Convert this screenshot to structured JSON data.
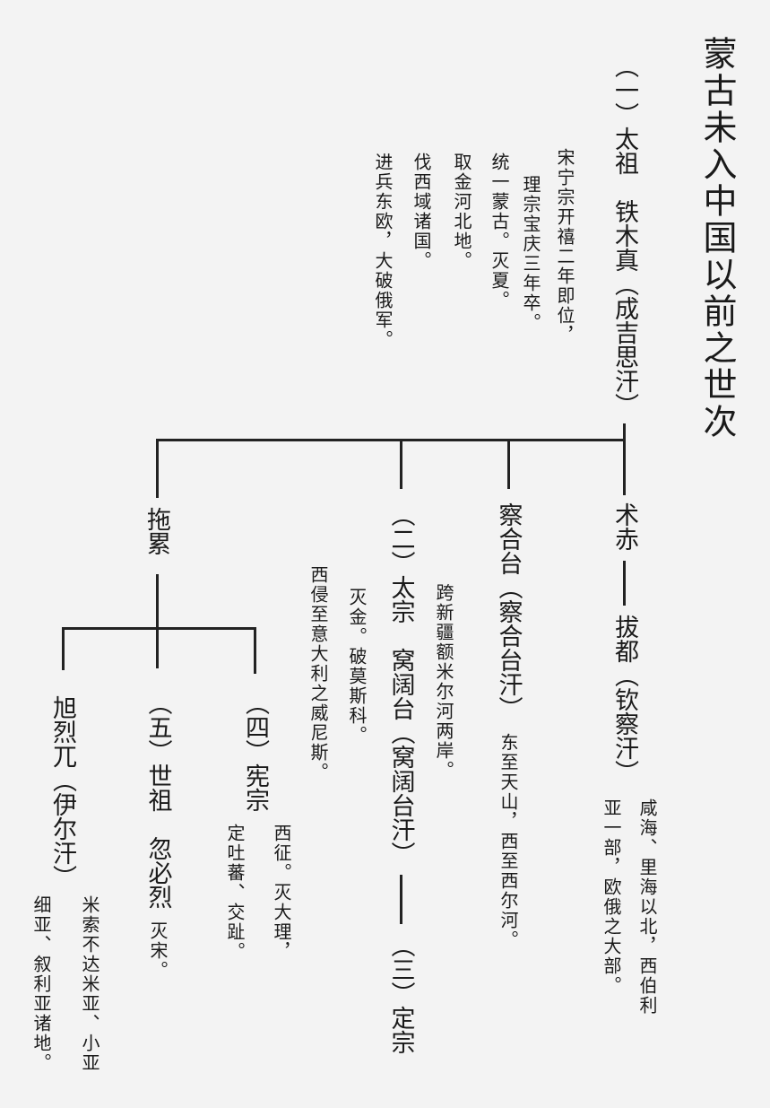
{
  "title": "蒙古未入中国以前之世次",
  "taizu": {
    "name": "（一）太祖　铁木真（成吉思汗）",
    "notes": [
      "宋宁宗开禧二年即位，",
      "理宗宝庆三年卒。",
      "统一蒙古。灭夏。",
      "取金河北地。",
      "伐西域诸国。",
      "进兵东欧，大破俄军。"
    ]
  },
  "zhuchi": {
    "name": "术赤",
    "son": "拔都（钦察汗）",
    "notes": [
      "咸海、里海以北，西伯利",
      "亚一部，欧俄之大部。"
    ]
  },
  "chagatai": {
    "name": "察合台（察合台汗）",
    "inline_note": "东至天山，西至西尔河。",
    "notes": [
      "跨新疆额米尔河两岸。"
    ]
  },
  "taizong": {
    "name": "（二）太宗　窝阔台（窝阔台汗）",
    "son": "（三）定宗",
    "notes": [
      "灭金。破莫斯科。",
      "西侵至意大利之威尼斯。"
    ]
  },
  "tolui": {
    "name": "拖累",
    "xianzong": {
      "name": "（四）宪宗",
      "notes": [
        "西征。灭大理，",
        "定吐蕃、交趾。"
      ]
    },
    "shizu": {
      "name": "（五）世祖　忽必烈",
      "inline_note": "灭宋。"
    },
    "hulagu": {
      "name": "旭烈兀（伊尔汗）",
      "notes": [
        "米索不达米亚、小亚",
        "细亚、叙利亚诸地。"
      ]
    }
  }
}
